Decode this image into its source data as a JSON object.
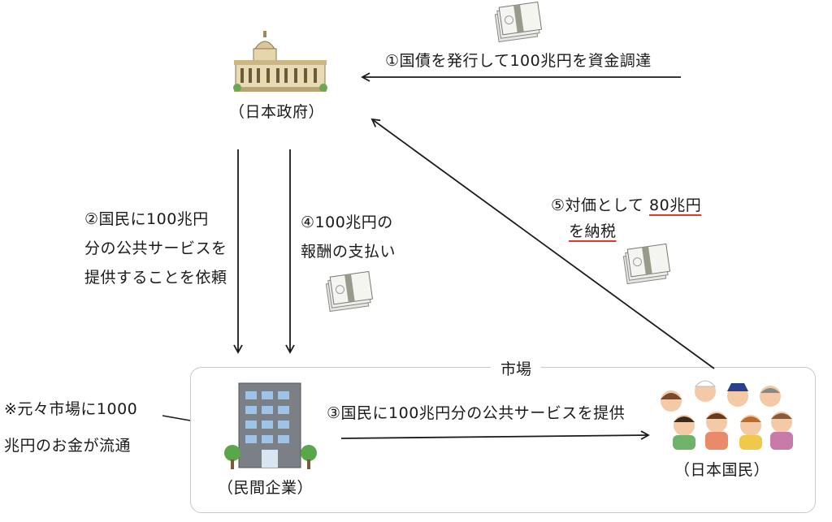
{
  "nodes": {
    "government": "（日本政府）",
    "company": "（民間企業）",
    "citizens": "（日本国民）",
    "market": "市場"
  },
  "steps": {
    "s1": "①国債を発行して100兆円を資金調達",
    "s2_line1": "②国民に100兆円",
    "s2_line2": "分の公共サービスを",
    "s2_line3": "提供することを依頼",
    "s3": "③国民に100兆円分の公共サービスを提供",
    "s4_line1": "④100兆円の",
    "s4_line2": "報酬の支払い",
    "s5_prefix": "⑤対価として",
    "s5_amount": "80兆円",
    "s5_line2": "を納税"
  },
  "note": {
    "line1": "※元々市場に1000",
    "line2": "兆円のお金が流通"
  },
  "colors": {
    "arrow": "#1a1a1a",
    "underline": "#e8352b",
    "market_border": "#c8c8c8"
  }
}
